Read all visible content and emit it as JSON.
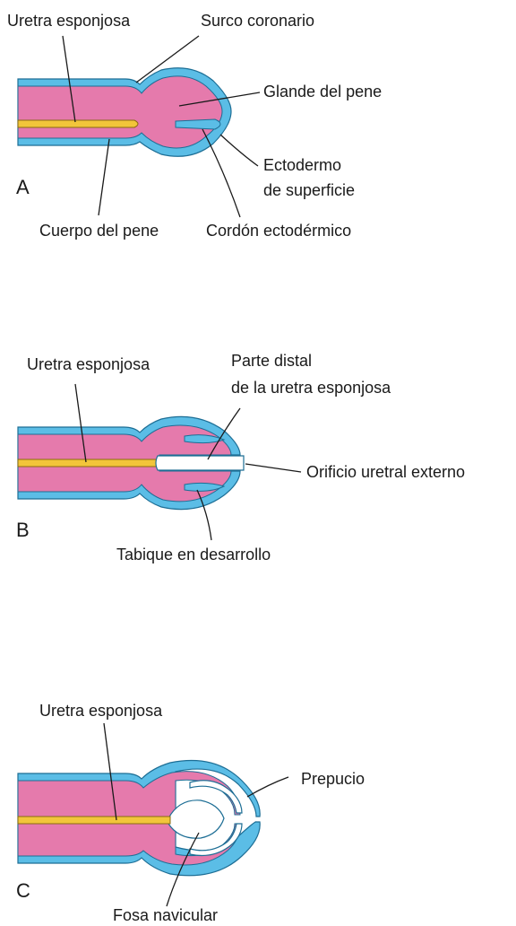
{
  "panels": [
    {
      "letter": "A",
      "labels": {
        "uretra": "Uretra esponjosa",
        "surco": "Surco coronario",
        "glande": "Glande del pene",
        "ectodermo_1": "Ectodermo",
        "ectodermo_2": "de superficie",
        "cuerpo": "Cuerpo del pene",
        "cordon": "Cordón ectodérmico"
      }
    },
    {
      "letter": "B",
      "labels": {
        "uretra": "Uretra esponjosa",
        "parte_1": "Parte distal",
        "parte_2": "de la uretra esponjosa",
        "orificio": "Orificio uretral externo",
        "tabique": "Tabique en desarrollo"
      }
    },
    {
      "letter": "C",
      "labels": {
        "uretra": "Uretra esponjosa",
        "prepucio": "Prepucio",
        "fosa": "Fosa navicular"
      }
    }
  ],
  "colors": {
    "ectoderm": "#5bbde6",
    "mesenchyme": "#e57aac",
    "urethra": "#f2c53a",
    "outline": "#1d6e95"
  }
}
